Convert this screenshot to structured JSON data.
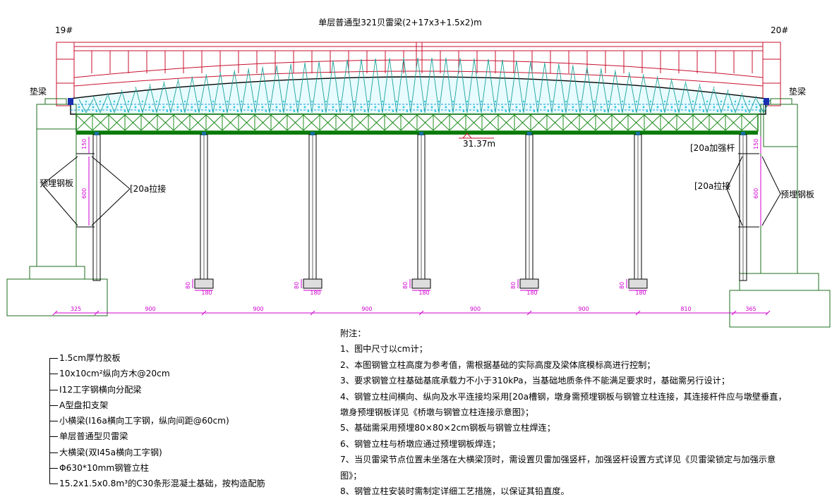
{
  "diagram": {
    "title": "单层普通型321贝雷梁(2+17x3+1.5x2)m",
    "pier_left": "19#",
    "pier_right": "20#",
    "label_pad_left": "垫梁",
    "label_pad_right": "垫梁",
    "label_plate_left": "预埋钢板",
    "label_plate_right": "预埋钢板",
    "label_tie_left": "[20a拉接",
    "label_tie_right": "[20a拉接",
    "label_stiffener": "[20a加强杆",
    "elevation": "31.37m",
    "dim_150": "150",
    "dim_600": "600",
    "dim_80": "80",
    "dim_180": "180",
    "spans": [
      "325",
      "900",
      "900",
      "900",
      "900",
      "900",
      "810",
      "365"
    ]
  },
  "legend": {
    "items": [
      "1.5cm厚竹胶板",
      "10x10cm²纵向方木@20cm",
      "I12工字钢横向分配梁",
      "A型盘扣支架",
      "小横梁(I16a横向工字钢，纵向间距@60cm)",
      "单层普通型贝雷梁",
      "大横梁(双I45a横向工字钢)",
      "Φ630*10mm钢管立柱",
      "15.2x1.5x0.8m³的C30条形混凝土基础，按构造配筋"
    ]
  },
  "notes": {
    "title": "附注：",
    "lines": [
      "1、图中尺寸以cm计；",
      "2、本图钢管立柱高度为参考值，需根据基础的实际高度及梁体底模标高进行控制；",
      "3、要求钢管立柱基础基底承载力不小于310kPa，当基础地质条件不能满足要求时，基础需另行设计；",
      "4、钢管立柱间横向、纵向及水平连接均采用[20a槽钢，墩身需预埋钢板与钢管立柱连接，其连接杆件应与墩壁垂直，",
      "墩身预埋钢板详见《桥墩与钢管立柱连接示意图》；",
      "5、基础需采用预埋80×80×2cm钢板与钢管立柱焊连；",
      "6、钢管立柱与桥墩应通过预埋钢板焊连；",
      "7、当贝雷梁节点位置未坐落在大横梁顶时，需设置贝雷加强竖杆，加强竖杆设置方式详见《贝雷梁锁定与加强示意",
      "图》；",
      "8、钢管立柱安装时需制定详细工艺措施，以保证其铅直度。"
    ]
  }
}
